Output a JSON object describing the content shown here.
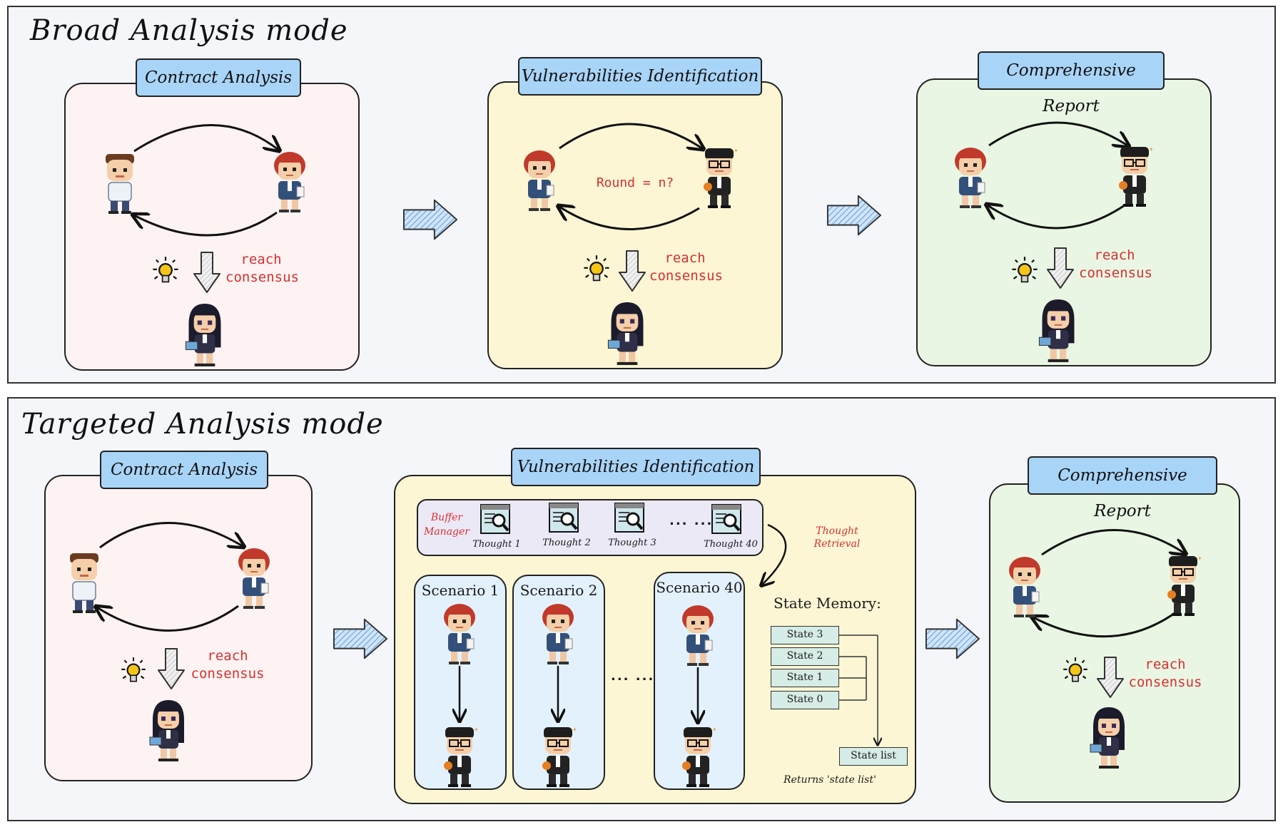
{
  "broad": {
    "title": "Broad Analysis mode",
    "contract_tag": "Contract Analysis",
    "vuln_tag": "Vulnerabilities Identification",
    "report_tag": "Comprehensive Report",
    "round_label": "Round = n?",
    "reach": "reach",
    "consensus": "consensus"
  },
  "targeted": {
    "title": "Targeted Analysis mode",
    "contract_tag": "Contract Analysis",
    "vuln_tag": "Vulnerabilities Identification",
    "report_tag": "Comprehensive Report",
    "reach": "reach",
    "consensus": "consensus",
    "buffer_manager": "Buffer Manager",
    "thoughts": [
      "Thought 1",
      "Thought 2",
      "Thought 3",
      "Thought 40"
    ],
    "thought_ellipsis": "... ...",
    "thought_retrieval": "Thought Retrieval",
    "scenarios": [
      "Scenario 1",
      "Scenario 2",
      "Scenario 40"
    ],
    "scenario_ellipsis": "... ...",
    "state_memory": "State Memory:",
    "states": [
      "State 3",
      "State 2",
      "State 1",
      "State 0"
    ],
    "state_list": "State list",
    "returns": "Returns 'state list'"
  },
  "colors": {
    "tag_blue": "#a8d4f7",
    "panel_pink": "#fdf3f2",
    "panel_yellow": "#fcf6d4",
    "panel_green": "#e9f6e4",
    "accent_red": "#d93030"
  }
}
